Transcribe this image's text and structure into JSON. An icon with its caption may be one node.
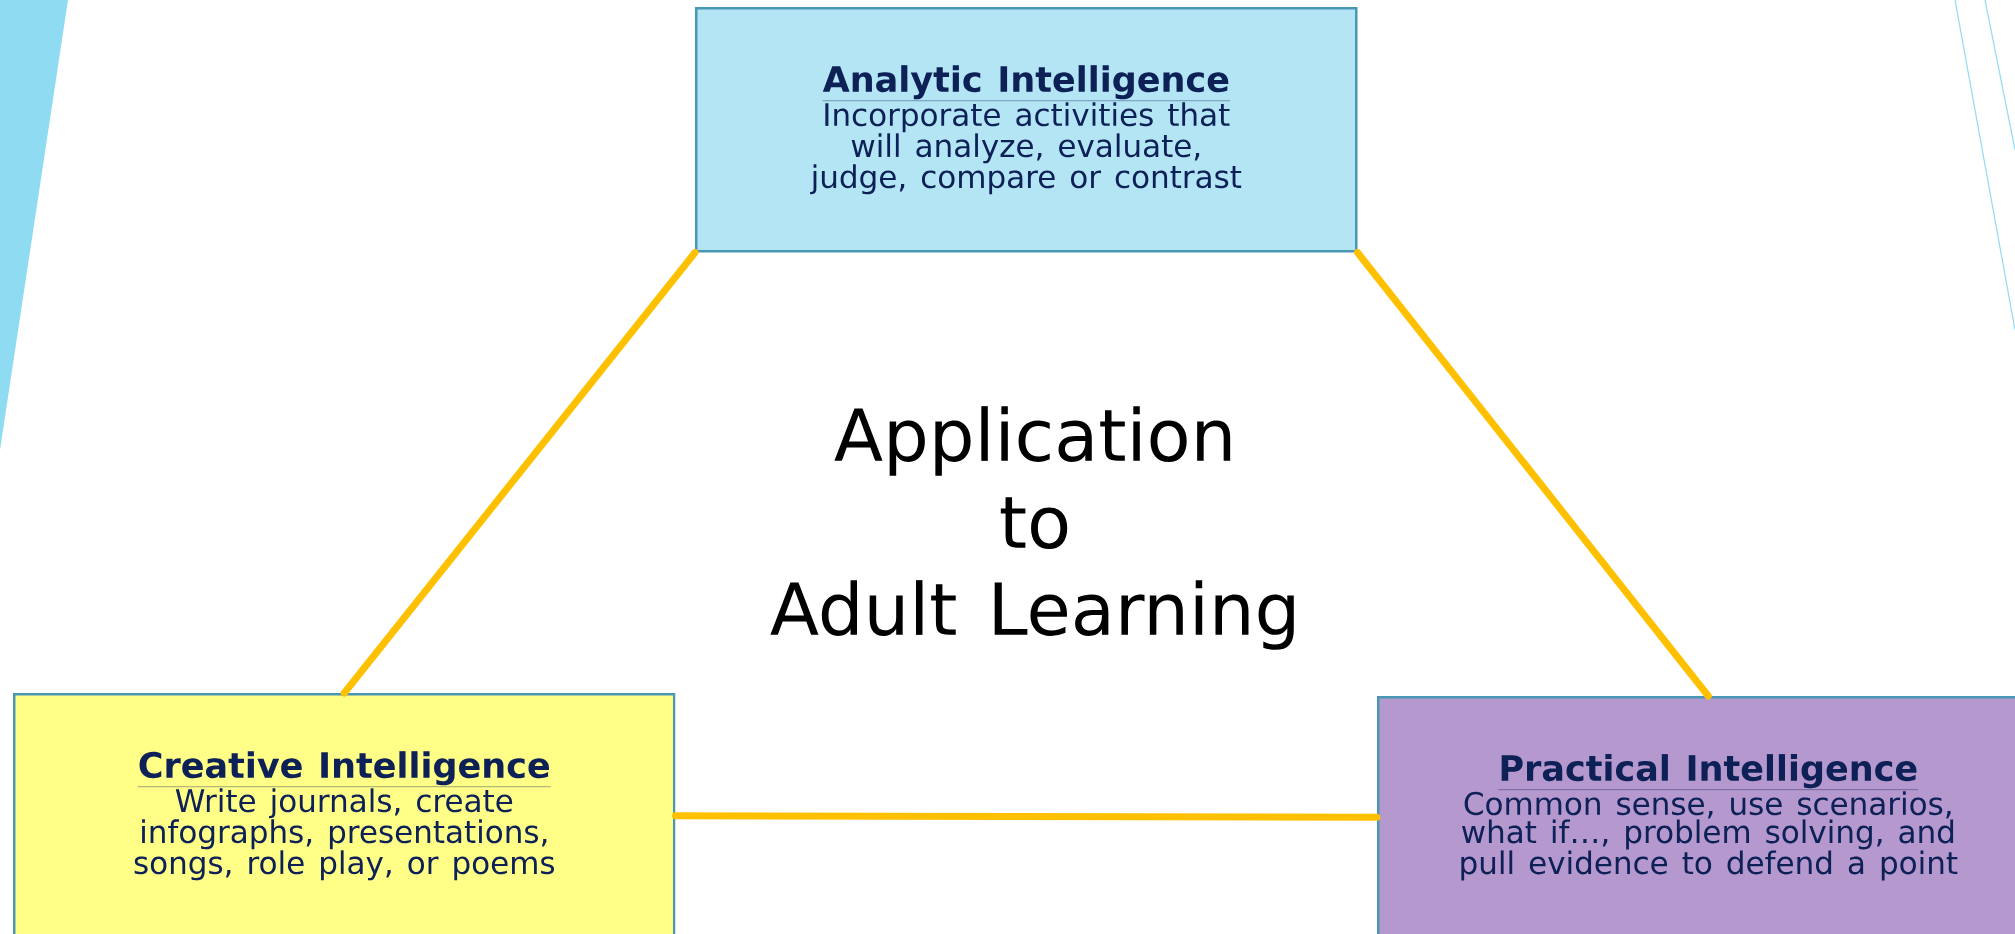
{
  "diagram": {
    "nodes": [
      {
        "text": [
          "Analytic Intelligence",
          "Incorporate activities that will analyze, evaluate, judge, compare or contrast"
        ]
      },
      {
        "text": [
          "Creative Intelligence",
          "Write journals, create infographs, presentations, songs, role play, or poems"
        ]
      },
      {
        "text": [
          "Practical Intelligence",
          "Common sense, use scenarios, what if…, problem solving, and pull evidence to defend a point"
        ]
      }
    ],
    "edges": [
      {
        "from": 0,
        "to": 1,
        "arrow": "none"
      },
      {
        "from": 0,
        "to": 2,
        "arrow": "none"
      },
      {
        "from": 1,
        "to": 2,
        "arrow": "none"
      }
    ],
    "labels": [
      "Application to Adult Learning"
    ]
  }
}
